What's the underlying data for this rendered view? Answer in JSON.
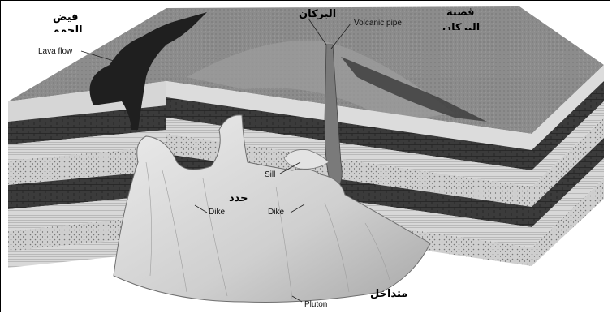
{
  "labels": {
    "lava_flow": "Lava flow",
    "volcanic_pipe": "Volcanic pipe",
    "sill": "Sill",
    "dike_left": "Dike",
    "dike_right": "Dike",
    "pluton": "Pluton"
  },
  "arabic_labels": {
    "volcano": "البركان",
    "lava_flow": "فيض",
    "lava_flow_second_line": "الحمم",
    "volcanic_pipe": "قصبة",
    "volcanic_pipe_second_line": "البركان",
    "dikes": "جدد",
    "pluton": "متداخل"
  }
}
